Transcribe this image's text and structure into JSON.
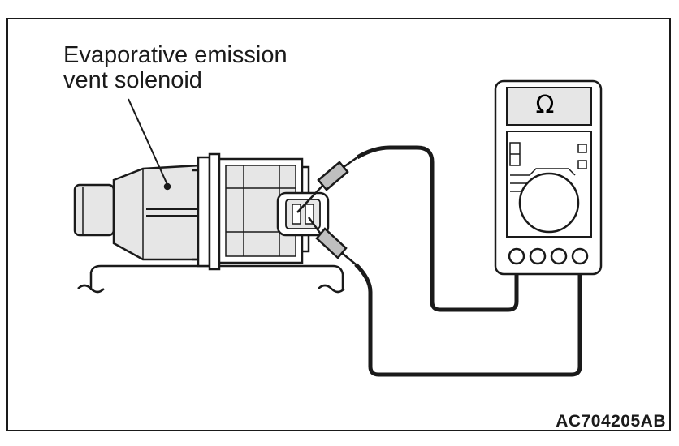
{
  "caption": {
    "line1": "Evaporative emission",
    "line2": "vent solenoid"
  },
  "figure_code": "AC704205AB",
  "meter": {
    "unit_symbol": "Ω",
    "unit_icon": "ohm-symbol-icon"
  },
  "icons": {
    "solenoid": "solenoid-valve-icon",
    "meter": "multimeter-icon",
    "connector": "connector-icon",
    "probe": "test-probe-icon"
  },
  "colors": {
    "line": "#1a1a1a",
    "fill_light": "#e6e6e6",
    "fill_mid": "#bfbfbf",
    "background": "#ffffff"
  }
}
